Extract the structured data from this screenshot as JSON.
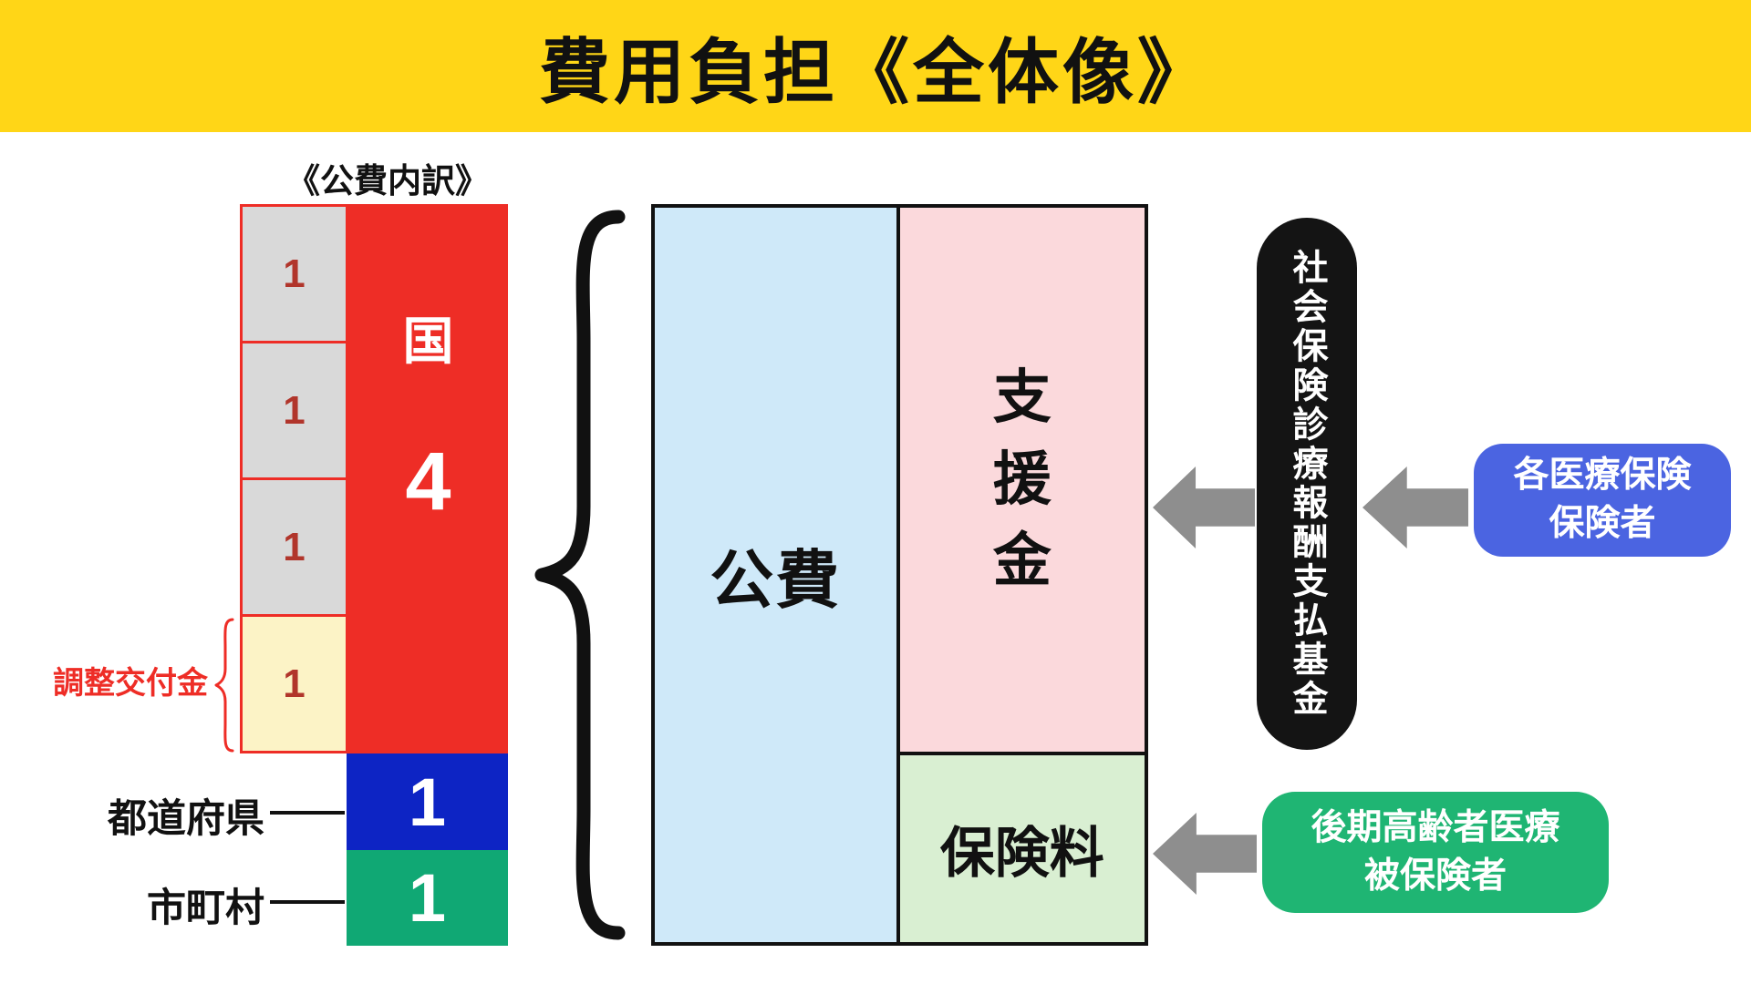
{
  "title": "費用負担《全体像》",
  "left_chart": {
    "heading": "《公費内訳》",
    "national": {
      "label": "国",
      "value": "4",
      "units": [
        "1",
        "1",
        "1",
        "1"
      ]
    },
    "adjustment_grant_label": "調整交付金",
    "prefecture": {
      "label": "都道府県",
      "value": "1"
    },
    "municipality": {
      "label": "市町村",
      "value": "1"
    }
  },
  "main_box": {
    "public_expense": "公費",
    "support_fund": "支\n援\n金",
    "premium": "保険料"
  },
  "right": {
    "fund_pill": "社会保険診療報酬支払基金",
    "insurers_box": "各医療保険\n保険者",
    "insured_box": "後期高齢者医療\n被保険者"
  },
  "colors": {
    "yellow": "#FFD617",
    "red": "#EE2D26",
    "gray-box": "#D9D9D9",
    "cream": "#FCF3C6",
    "unit-red": "#B1352B",
    "deep-blue": "#0D24C4",
    "teal": "#10A874",
    "light-blue": "#CFE9F9",
    "pink": "#FBD9DC",
    "light-green": "#D9EFD2",
    "pill-black": "#141414",
    "arrow-gray": "#8E8E8E",
    "royal-blue": "#4B64E1",
    "emerald": "#1FB573"
  }
}
